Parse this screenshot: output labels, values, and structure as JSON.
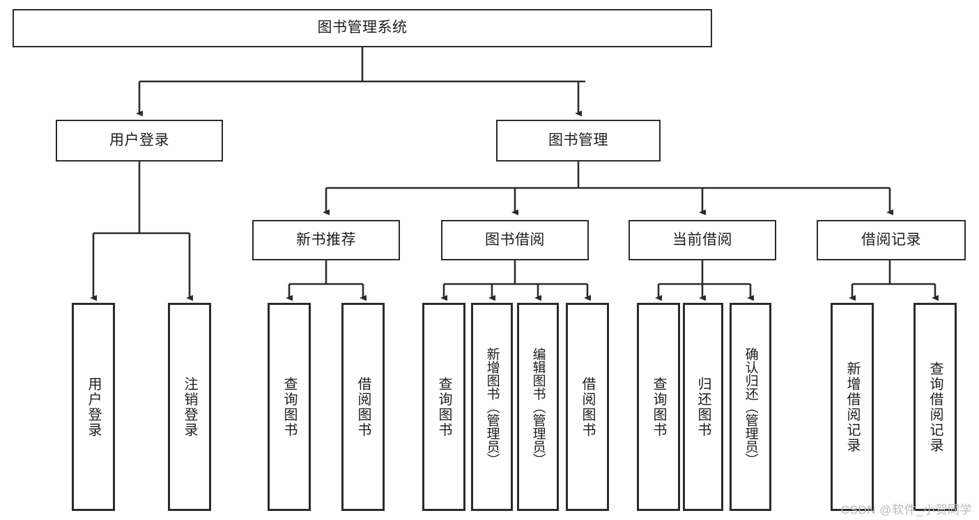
{
  "diagram": {
    "type": "tree-hierarchy",
    "title": "图书管理系统",
    "watermark": "CSDN @软件_小贺同学",
    "colors": {
      "stroke": "#2b2b2b",
      "fill": "#ffffff",
      "text": "#1d1d1d",
      "watermark": "#b9b9b9"
    },
    "nodes": {
      "root": {
        "label": "图书管理系统",
        "orientation": "horizontal"
      },
      "level1": [
        {
          "id": "user-login",
          "label": "用户登录",
          "orientation": "horizontal"
        },
        {
          "id": "book-manage",
          "label": "图书管理",
          "orientation": "horizontal"
        }
      ],
      "level2": [
        {
          "id": "new-book-recommend",
          "label": "新书推荐",
          "orientation": "horizontal"
        },
        {
          "id": "book-borrow",
          "label": "图书借阅",
          "orientation": "horizontal"
        },
        {
          "id": "current-borrow",
          "label": "当前借阅",
          "orientation": "horizontal"
        },
        {
          "id": "borrow-record",
          "label": "借阅记录",
          "orientation": "horizontal"
        }
      ],
      "leaves": [
        {
          "id": "leaf-user-login",
          "label": "用户登录",
          "parent": "user-login",
          "orientation": "vertical"
        },
        {
          "id": "leaf-user-logout",
          "label": "注销登录",
          "parent": "user-login",
          "orientation": "vertical"
        },
        {
          "id": "leaf-query-book-1",
          "label": "查询图书",
          "parent": "new-book-recommend",
          "orientation": "vertical"
        },
        {
          "id": "leaf-borrow-book-1",
          "label": "借阅图书",
          "parent": "new-book-recommend",
          "orientation": "vertical"
        },
        {
          "id": "leaf-query-book-2",
          "label": "查询图书",
          "parent": "book-borrow",
          "orientation": "vertical"
        },
        {
          "id": "leaf-add-book",
          "label": "新增图书（管理员）",
          "parent": "book-borrow",
          "orientation": "vertical"
        },
        {
          "id": "leaf-edit-book",
          "label": "编辑图书（管理员）",
          "parent": "book-borrow",
          "orientation": "vertical"
        },
        {
          "id": "leaf-borrow-book-2",
          "label": "借阅图书",
          "parent": "book-borrow",
          "orientation": "vertical"
        },
        {
          "id": "leaf-query-book-3",
          "label": "查询图书",
          "parent": "current-borrow",
          "orientation": "vertical"
        },
        {
          "id": "leaf-return-book",
          "label": "归还图书",
          "parent": "current-borrow",
          "orientation": "vertical"
        },
        {
          "id": "leaf-confirm-return",
          "label": "确认归还（管理员）",
          "parent": "current-borrow",
          "orientation": "vertical"
        },
        {
          "id": "leaf-add-record",
          "label": "新增借阅记录",
          "parent": "borrow-record",
          "orientation": "vertical"
        },
        {
          "id": "leaf-query-record",
          "label": "查询借阅记录",
          "parent": "borrow-record",
          "orientation": "vertical"
        }
      ]
    }
  }
}
